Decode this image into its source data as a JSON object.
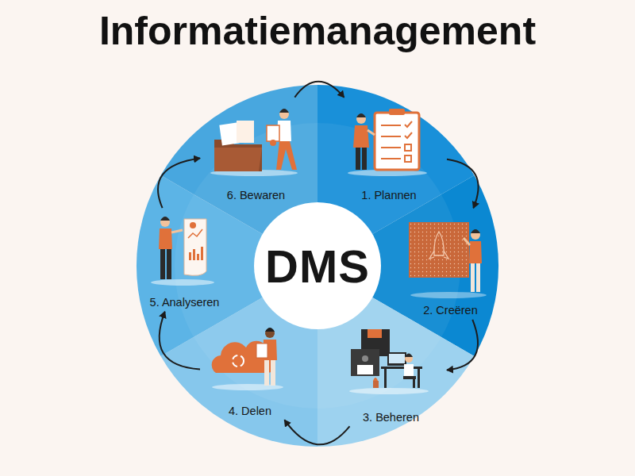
{
  "diagram": {
    "title": "Informatiemanagement",
    "nodes": [
      {
        "text": [
          "1. Plannen"
        ]
      },
      {
        "text": [
          "2. Creëren"
        ]
      },
      {
        "text": [
          "3. Beheren"
        ]
      },
      {
        "text": [
          "4. Delen"
        ]
      },
      {
        "text": [
          "5. Analyseren"
        ]
      },
      {
        "text": [
          "6. Bewaren"
        ]
      },
      {
        "text": [
          "DMS"
        ]
      }
    ],
    "edges": [
      {
        "from": 0,
        "to": 1,
        "arrow": "to"
      },
      {
        "from": 1,
        "to": 2,
        "arrow": "to"
      },
      {
        "from": 2,
        "to": 3,
        "arrow": "to"
      },
      {
        "from": 3,
        "to": 4,
        "arrow": "to"
      },
      {
        "from": 4,
        "to": 5,
        "arrow": "to"
      },
      {
        "from": 5,
        "to": 0,
        "arrow": "to"
      }
    ]
  }
}
